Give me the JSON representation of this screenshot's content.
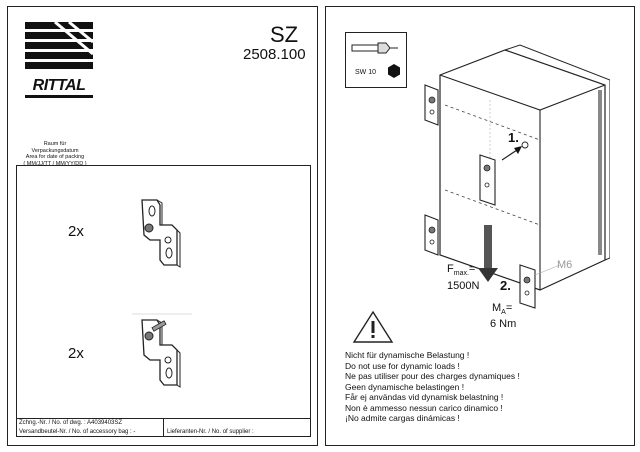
{
  "left_page": {
    "brand": "RITTAL",
    "model": "SZ",
    "part_number": "2508.100",
    "packing_area": [
      "Raum für Verpackungsdatum",
      "Area for date of packing",
      "( MM/JJ/TT / MM/YY/DD )"
    ],
    "items": [
      {
        "qty": "2x"
      },
      {
        "qty": "2x"
      }
    ],
    "footer": {
      "drawing_no": "Zchng.-Nr. / No. of dwg. : A4039403SZ",
      "accessory_bag": "Versandbeutel-Nr. / No. of accessory bag : -",
      "supplier": "Lieferanten-Nr. / No. of supplier :"
    }
  },
  "right_page": {
    "tool": {
      "label": "SW 10"
    },
    "step1": "1.",
    "step2": "2.",
    "fmax_label": "F",
    "fmax_sub": "max.",
    "fmax_eq": "=",
    "fmax_value": "1500N",
    "ma_label": "M",
    "ma_sub": "A",
    "ma_eq": "=",
    "ma_value": "6 Nm",
    "screw": "M6",
    "warning_lines": [
      "Nicht für dynamische Belastung !",
      "Do not use for dynamic loads !",
      "Ne pas utiliser pour des charges dynamiques !",
      "Geen dynamische belastingen !",
      "Får ej användas vid dynamisk belastning !",
      "Non è ammesso nessun carico dinamico !",
      "¡No admite cargas dinámicas !"
    ]
  }
}
